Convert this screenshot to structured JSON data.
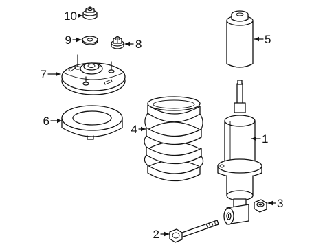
{
  "callouts": {
    "c1": "1",
    "c2": "2",
    "c3": "3",
    "c4": "4",
    "c5": "5",
    "c6": "6",
    "c7": "7",
    "c8": "8",
    "c9": "9",
    "c10": "10"
  },
  "colors": {
    "ink": "#111111",
    "background": "#ffffff"
  }
}
